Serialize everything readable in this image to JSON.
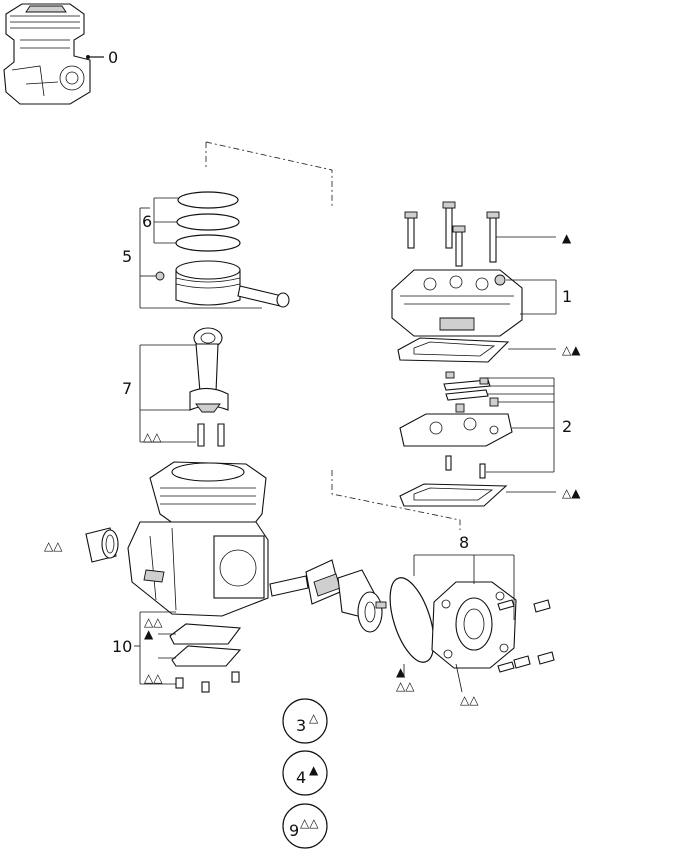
{
  "thumbnail": {
    "callout": "0"
  },
  "callouts": {
    "c1": "1",
    "c2": "2",
    "c5": "5",
    "c6": "6",
    "c7": "7",
    "c8": "8",
    "c10": "10"
  },
  "symbols": {
    "bolts": "▲",
    "head_gasket": "△▲",
    "valve_plate_gasket": "△▲",
    "conrod_bolts": "△△",
    "bearing": "△△",
    "gasket10_top": "△△",
    "gasket10_mid": "▲",
    "gasket10_bot": "△△",
    "oring_solid": "▲",
    "oring_open": "△△",
    "cover_seal": "△△"
  },
  "kits": [
    {
      "number": "3",
      "symbol": "△"
    },
    {
      "number": "4",
      "symbol": "▲"
    },
    {
      "number": "9",
      "symbol": "△△"
    }
  ]
}
